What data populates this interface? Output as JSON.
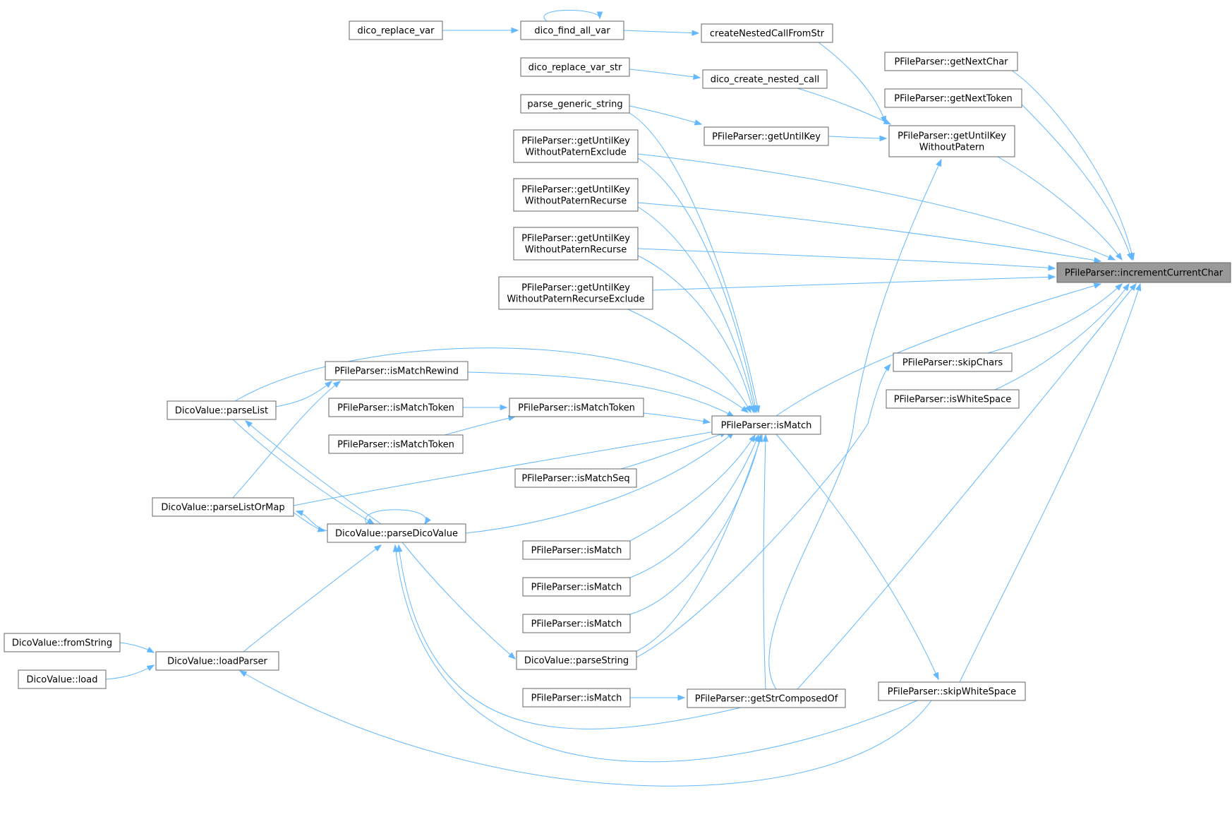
{
  "colors": {
    "edge": "#63b8ff",
    "node_border": "#666666",
    "root_fill": "#999999",
    "background": "#ffffff"
  },
  "nodes": [
    {
      "id": "incrementCurrentChar",
      "lines": [
        "PFileParser::incrementCurrentChar"
      ],
      "root": true
    },
    {
      "id": "getNextChar",
      "lines": [
        "PFileParser::getNextChar"
      ]
    },
    {
      "id": "getNextToken",
      "lines": [
        "PFileParser::getNextToken"
      ]
    },
    {
      "id": "getUntilKeyWithoutPatern",
      "lines": [
        "PFileParser::getUntilKey",
        "WithoutPatern"
      ]
    },
    {
      "id": "skipChars",
      "lines": [
        "PFileParser::skipChars"
      ]
    },
    {
      "id": "isWhiteSpace",
      "lines": [
        "PFileParser::isWhiteSpace"
      ]
    },
    {
      "id": "skipWhiteSpace",
      "lines": [
        "PFileParser::skipWhiteSpace"
      ]
    },
    {
      "id": "createNestedCallFromStr",
      "lines": [
        "createNestedCallFromStr"
      ]
    },
    {
      "id": "dico_create_nested_call",
      "lines": [
        "dico_create_nested_call"
      ]
    },
    {
      "id": "getUntilKey",
      "lines": [
        "PFileParser::getUntilKey"
      ]
    },
    {
      "id": "isMatch_main",
      "lines": [
        "PFileParser::isMatch"
      ]
    },
    {
      "id": "getStrComposedOf",
      "lines": [
        "PFileParser::getStrComposedOf"
      ]
    },
    {
      "id": "dico_find_all_var",
      "lines": [
        "dico_find_all_var"
      ]
    },
    {
      "id": "dico_replace_var_str",
      "lines": [
        "dico_replace_var_str"
      ]
    },
    {
      "id": "parse_generic_string",
      "lines": [
        "parse_generic_string"
      ]
    },
    {
      "id": "gukwpExclude",
      "lines": [
        "PFileParser::getUntilKey",
        "WithoutPaternExclude"
      ]
    },
    {
      "id": "gukwpRecurse1",
      "lines": [
        "PFileParser::getUntilKey",
        "WithoutPaternRecurse"
      ]
    },
    {
      "id": "gukwpRecurse2",
      "lines": [
        "PFileParser::getUntilKey",
        "WithoutPaternRecurse"
      ]
    },
    {
      "id": "gukwpRecurseExclude",
      "lines": [
        "PFileParser::getUntilKey",
        "WithoutPaternRecurseExclude"
      ]
    },
    {
      "id": "isMatchToken_mid",
      "lines": [
        "PFileParser::isMatchToken"
      ]
    },
    {
      "id": "isMatchSeq",
      "lines": [
        "PFileParser::isMatchSeq"
      ]
    },
    {
      "id": "isMatch_a",
      "lines": [
        "PFileParser::isMatch"
      ]
    },
    {
      "id": "isMatch_b",
      "lines": [
        "PFileParser::isMatch"
      ]
    },
    {
      "id": "isMatch_c",
      "lines": [
        "PFileParser::isMatch"
      ]
    },
    {
      "id": "isMatch_d",
      "lines": [
        "PFileParser::isMatch"
      ]
    },
    {
      "id": "parseString",
      "lines": [
        "DicoValue::parseString"
      ]
    },
    {
      "id": "dico_replace_var",
      "lines": [
        "dico_replace_var"
      ]
    },
    {
      "id": "isMatchRewind",
      "lines": [
        "PFileParser::isMatchRewind"
      ]
    },
    {
      "id": "isMatchToken_l1",
      "lines": [
        "PFileParser::isMatchToken"
      ]
    },
    {
      "id": "isMatchToken_l2",
      "lines": [
        "PFileParser::isMatchToken"
      ]
    },
    {
      "id": "parseDicoValue",
      "lines": [
        "DicoValue::parseDicoValue"
      ]
    },
    {
      "id": "parseList",
      "lines": [
        "DicoValue::parseList"
      ]
    },
    {
      "id": "parseListOrMap",
      "lines": [
        "DicoValue::parseListOrMap"
      ]
    },
    {
      "id": "loadParser",
      "lines": [
        "DicoValue::loadParser"
      ]
    },
    {
      "id": "fromString",
      "lines": [
        "DicoValue::fromString"
      ]
    },
    {
      "id": "load",
      "lines": [
        "DicoValue::load"
      ]
    }
  ]
}
